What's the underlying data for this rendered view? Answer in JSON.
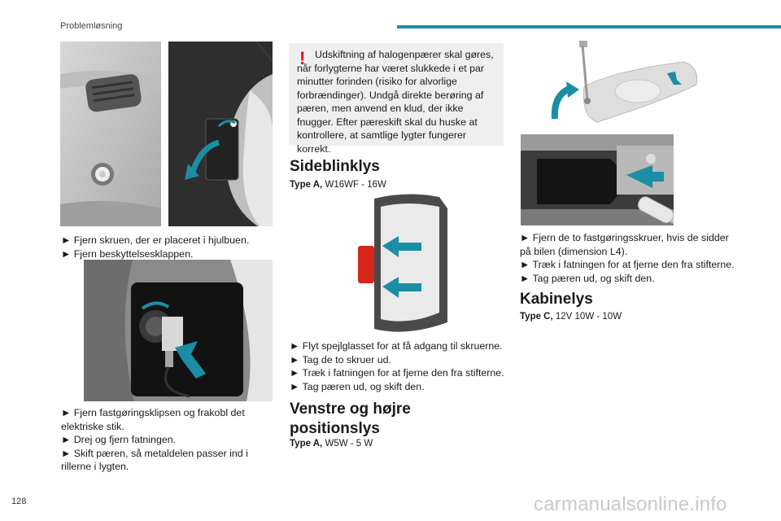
{
  "header": {
    "section_title": "Problemløsning",
    "accent_color": "#1a8ea5"
  },
  "page_number": "128",
  "watermark": "carmanualsonline.info",
  "left_column": {
    "steps_1": [
      "► Fjern skruen, der er placeret i hjulbuen.",
      "► Fjern beskyttelsesklappen."
    ],
    "steps_2": [
      "► Fjern fastgøringsklipsen og frakobl det elektriske stik.",
      "► Drej og fjern fatningen.",
      "► Skift pæren, så metaldelen passer ind i rillerne i lygten."
    ]
  },
  "middle_column": {
    "warning": {
      "mark": "!",
      "text": "Udskiftning af halogenpærer skal gøres, når forlygterne har været slukkede i et par minutter forinden (risiko for alvorlige forbrændinger). Undgå direkte berøring af pæren, men anvend en klud, der ikke fnugger. Efter pæreskift skal du huske at kontrollere, at samtlige lygter fungerer korrekt."
    },
    "sideblinklys": {
      "title": "Sideblinklys",
      "type_label": "Type A,",
      "type_value": " W16WF - 16W"
    },
    "steps": [
      "► Flyt spejlglasset for at få adgang til skruerne.",
      "► Tag de to skruer ud.",
      "► Træk i fatningen for at fjerne den fra stifterne.",
      "► Tag pæren ud, og skift den."
    ],
    "positionslys": {
      "title_line1": "Venstre og højre",
      "title_line2": "positionslys",
      "type_label": "Type A,",
      "type_value": " W5W - 5 W"
    }
  },
  "right_column": {
    "steps": [
      "► Fjern de to fastgøringsskruer, hvis de sidder på bilen (dimension L4).",
      "► Træk i fatningen for at fjerne den fra stifterne.",
      "► Tag pæren ud, og skift den."
    ],
    "kabinelys": {
      "title": "Kabinelys",
      "type_label": "Type C,",
      "type_value": " 12V 10W - 10W"
    }
  }
}
